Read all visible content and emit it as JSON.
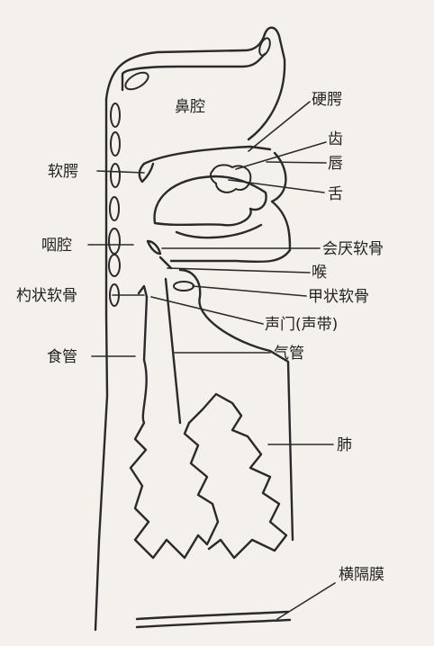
{
  "labels": {
    "nasal_cavity": "鼻腔",
    "hard_palate": "硬腭",
    "teeth": "齿",
    "lips": "唇",
    "tongue": "舌",
    "soft_palate": "软腭",
    "pharynx": "咽腔",
    "epiglottis": "会厌软骨",
    "larynx": "喉",
    "arytenoid": "杓状软骨",
    "thyroid": "甲状软骨",
    "glottis": "声门(声带)",
    "esophagus": "食管",
    "trachea": "气管",
    "lung": "肺",
    "diaphragm": "横隔膜"
  }
}
